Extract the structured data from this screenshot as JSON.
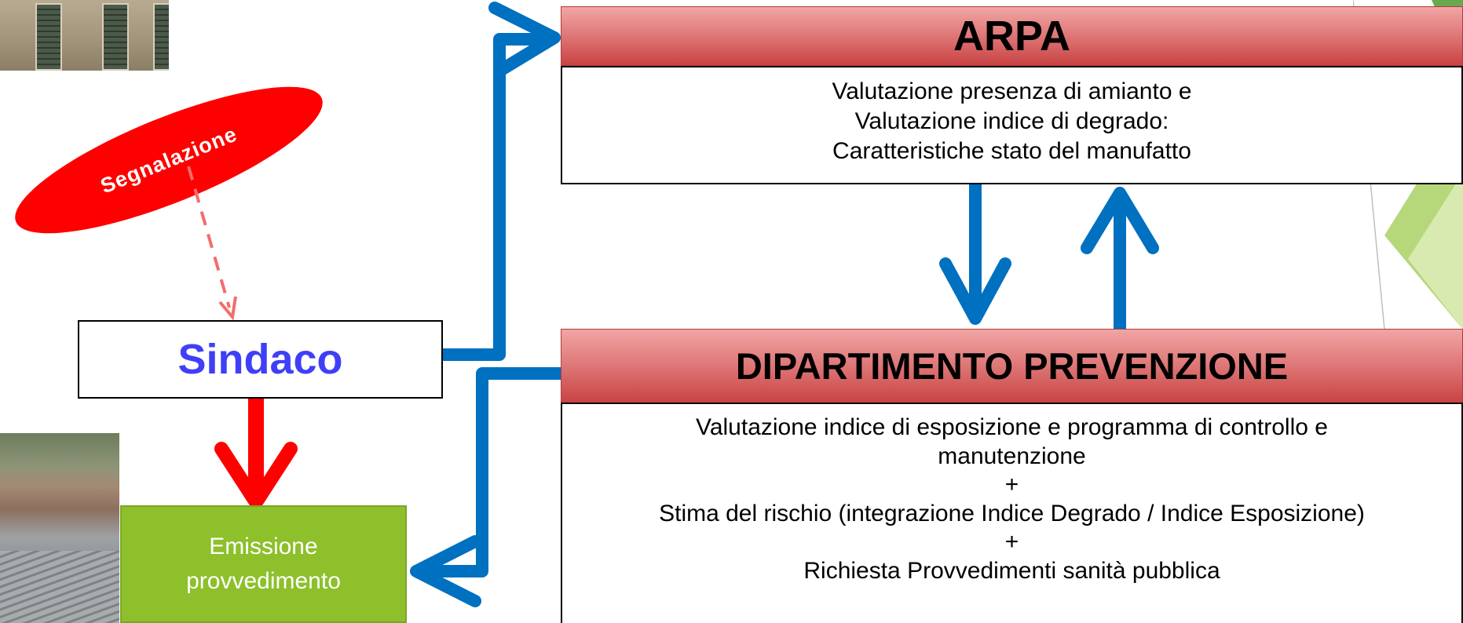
{
  "segnalazione": {
    "label": "Segnalazione"
  },
  "sindaco": {
    "label": "Sindaco"
  },
  "emissione": {
    "line1": "Emissione",
    "line2": "provvedimento"
  },
  "arpa": {
    "title": "ARPA",
    "lines": [
      "Valutazione presenza di amianto e",
      "Valutazione indice di degrado:",
      "Caratteristiche stato del manufatto"
    ]
  },
  "dipartimento": {
    "title": "DIPARTIMENTO PREVENZIONE",
    "lines": [
      "Valutazione indice di esposizione e programma di controllo e",
      "manutenzione",
      "+",
      "Stima del rischio (integrazione Indice Degrado / Indice Esposizione)",
      "+",
      "Richiesta Provvedimenti sanità pubblica"
    ]
  },
  "colors": {
    "arrow_blue": "#0070c0",
    "arrow_red": "#ff0000",
    "sindaco_text": "#3f3ff7",
    "emissione_fill": "#8dc02a",
    "segnalazione_fill": "#ff0000"
  }
}
